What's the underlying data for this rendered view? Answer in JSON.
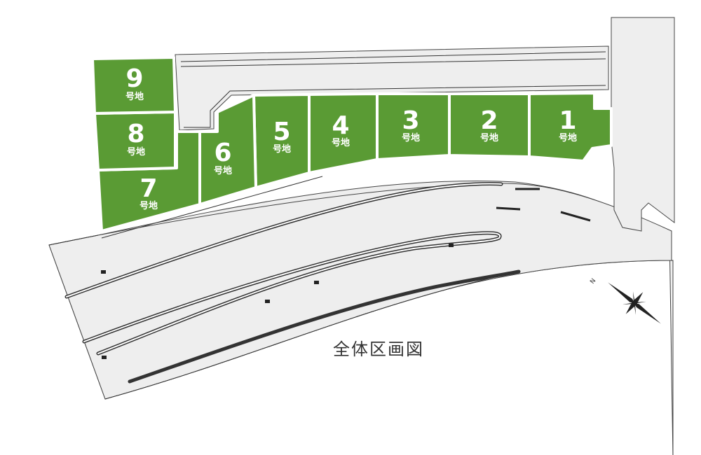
{
  "title": "全体区画図",
  "lot_suffix": "号地",
  "lots": [
    {
      "number": "1",
      "suffix": "号地"
    },
    {
      "number": "2",
      "suffix": "号地"
    },
    {
      "number": "3",
      "suffix": "号地"
    },
    {
      "number": "4",
      "suffix": "号地"
    },
    {
      "number": "5",
      "suffix": "号地"
    },
    {
      "number": "6",
      "suffix": "号地"
    },
    {
      "number": "7",
      "suffix": "号地"
    },
    {
      "number": "8",
      "suffix": "号地"
    },
    {
      "number": "9",
      "suffix": "号地"
    }
  ],
  "compass": {
    "label": "N",
    "icon": "compass-rose-icon"
  },
  "colors": {
    "lot": "#5a9b34",
    "road": "#eeeeee",
    "lines": "#333333"
  }
}
